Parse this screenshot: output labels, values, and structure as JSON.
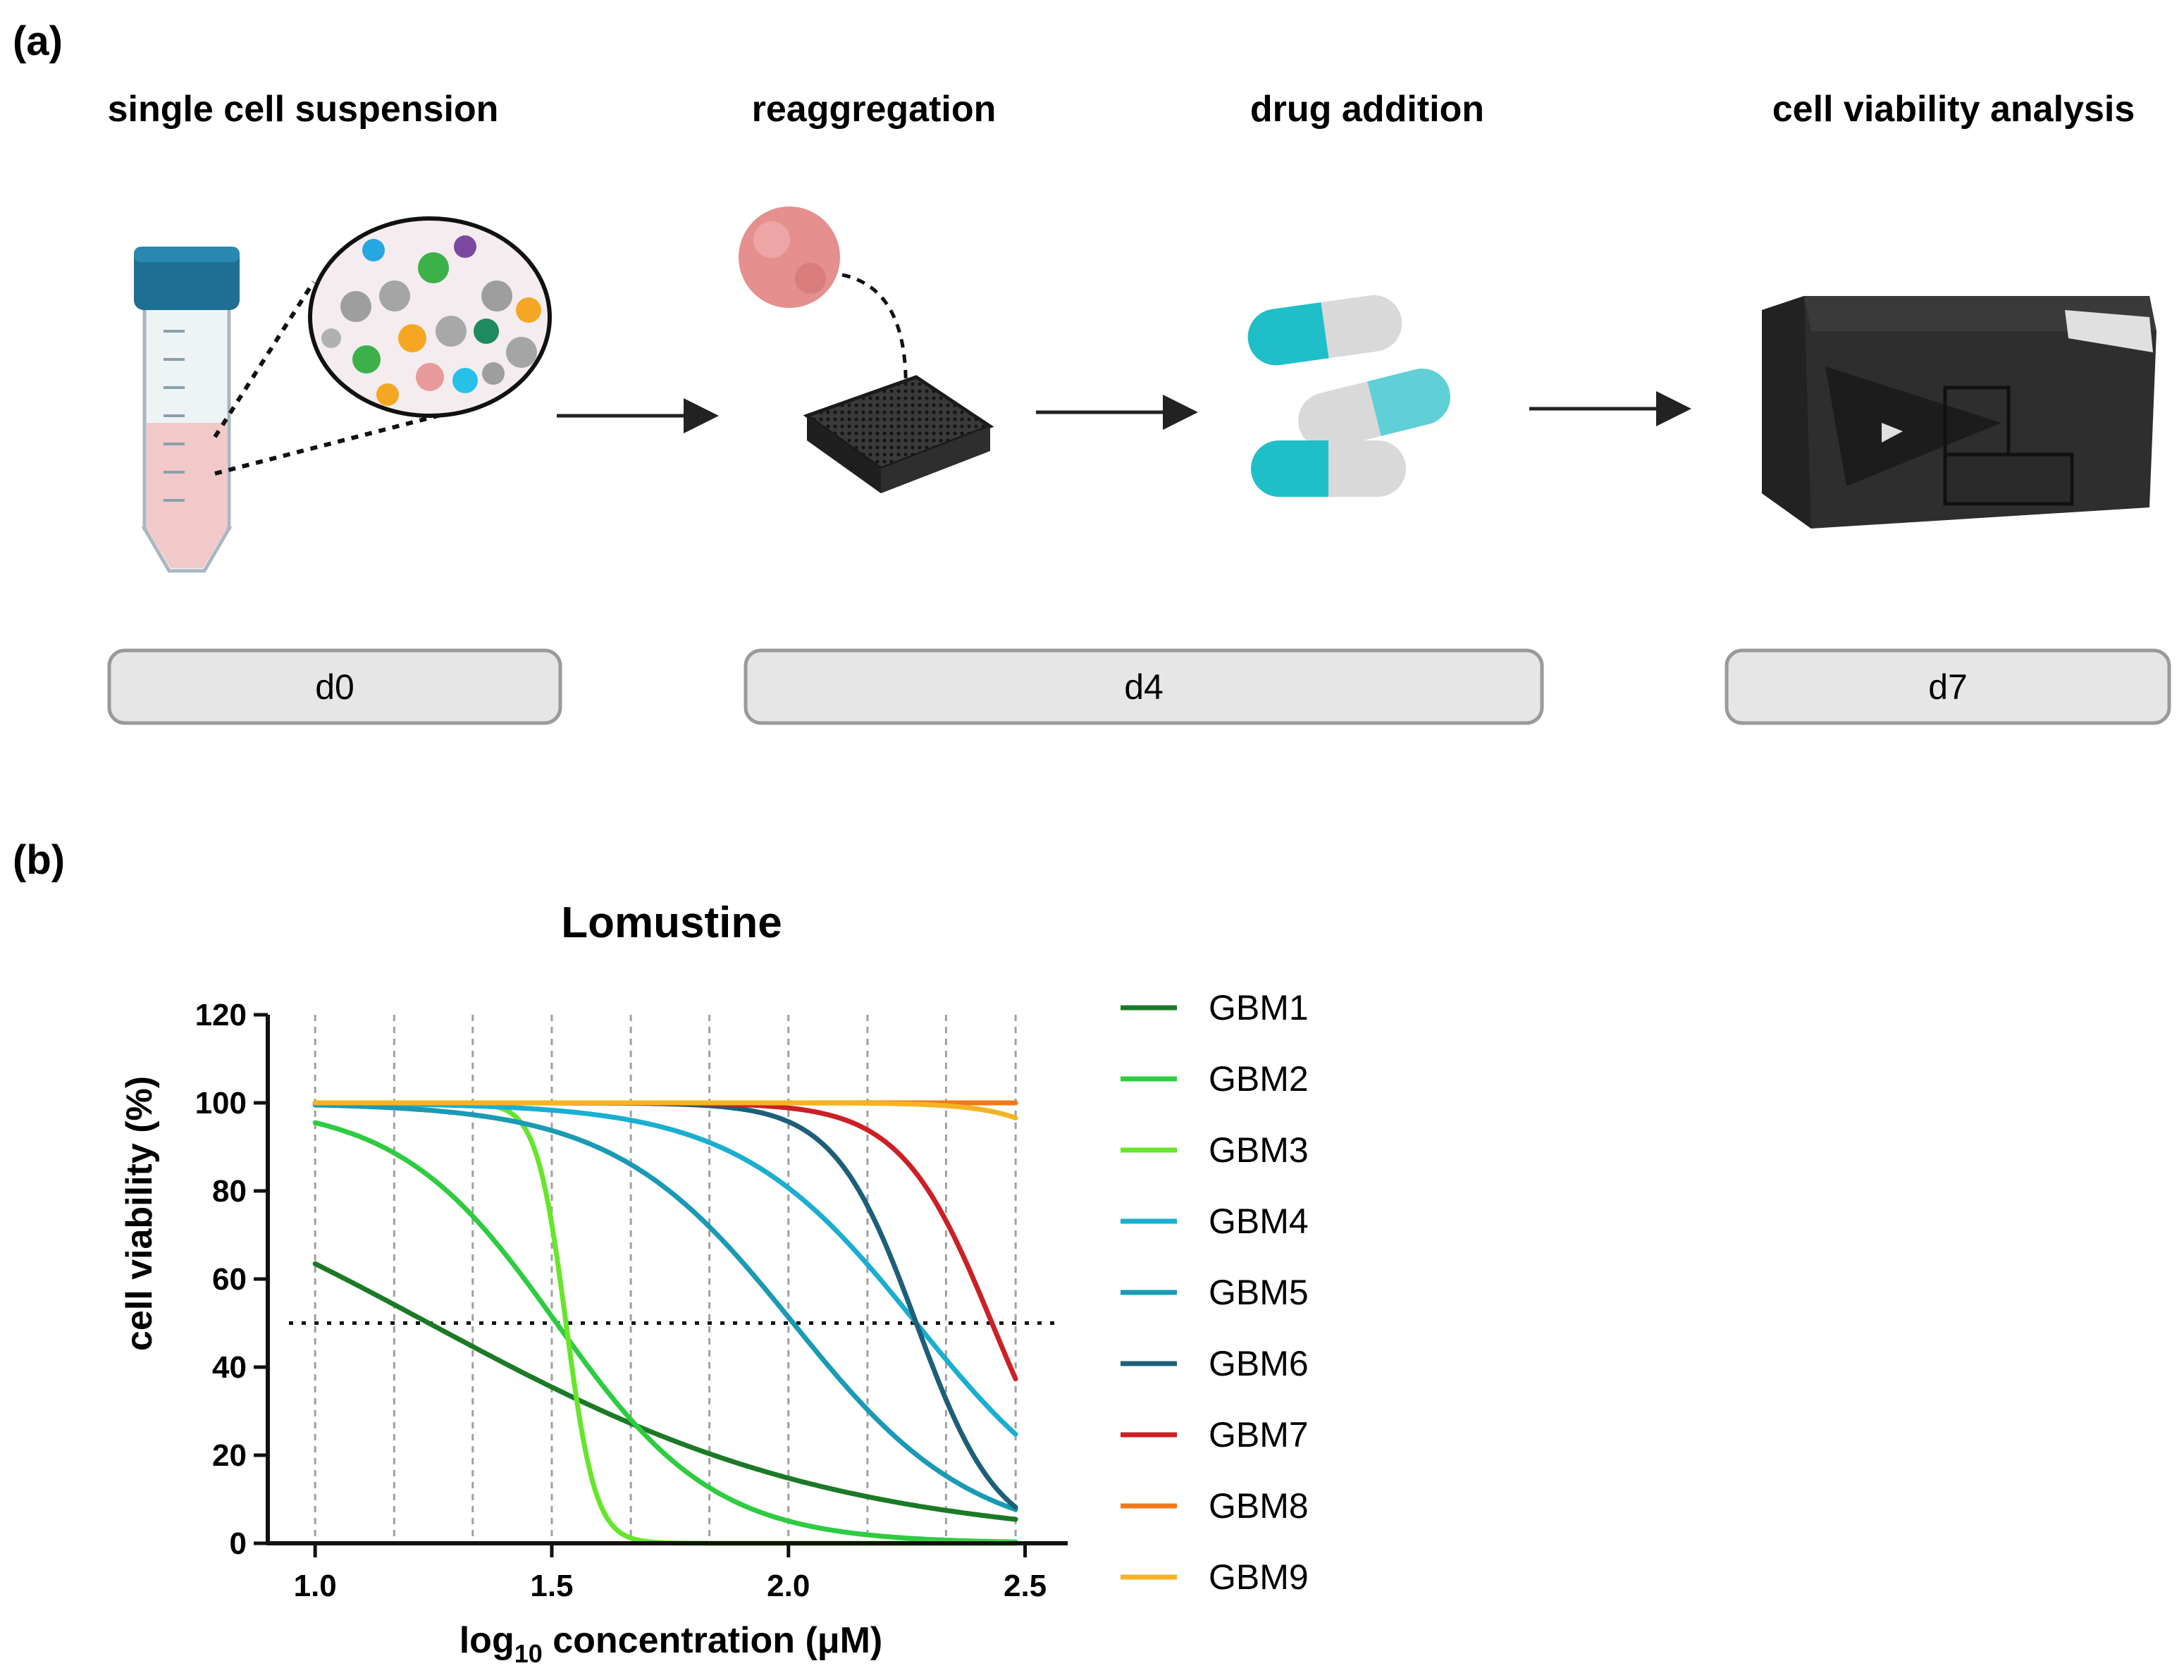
{
  "panel_a": {
    "label": "(a)",
    "steps": [
      {
        "title": "single cell suspension",
        "icon": "centrifuge-tube-icon"
      },
      {
        "title": "reaggregation",
        "icon": "well-plate-icon"
      },
      {
        "title": "drug addition",
        "icon": "capsules-icon"
      },
      {
        "title": "cell viability analysis",
        "icon": "plate-reader-icon"
      }
    ],
    "days": [
      "d0",
      "d4",
      "d7"
    ],
    "colors": {
      "tube_cap": "#1f6f94",
      "liquid": "#f2c9c9",
      "spheroid": "#e58f8f",
      "capsule_teal": "#1fbfc9",
      "capsule_grey": "#d9d9d9",
      "reader": "#2e2e2e",
      "day_box": "#e6e6e6"
    }
  },
  "panel_b": {
    "label": "(b)"
  },
  "chart_data": {
    "type": "line",
    "title": "Lomustine",
    "xlabel_main": "log",
    "xlabel_sub": "10",
    "xlabel_rest": " concentration (μM)",
    "ylabel": "cell viability (%)",
    "xlim": [
      0.9,
      2.59
    ],
    "ylim": [
      0,
      120
    ],
    "x_ticks": [
      1.0,
      1.5,
      2.0,
      2.5
    ],
    "x_tick_labels": [
      "1.0",
      "1.5",
      "2.0",
      "2.5"
    ],
    "y_ticks": [
      0,
      20,
      40,
      60,
      80,
      100,
      120
    ],
    "y_tick_labels": [
      "0",
      "20",
      "40",
      "60",
      "80",
      "100",
      "120"
    ],
    "x_range_curves": [
      1.0,
      2.48
    ],
    "vertical_gridlines_x": [
      1.0,
      1.167,
      1.333,
      1.5,
      1.667,
      1.833,
      2.0,
      2.167,
      2.333,
      2.48
    ],
    "reference_line_y": 50,
    "grid": "dashed vertical",
    "legend_position": "right",
    "series": [
      {
        "name": "GBM1",
        "color": "#1b7a25",
        "ec50": 1.24,
        "hill": 1.0
      },
      {
        "name": "GBM2",
        "color": "#2ecc40",
        "ec50": 1.51,
        "hill": 2.6
      },
      {
        "name": "GBM3",
        "color": "#66e62a",
        "ec50": 1.53,
        "hill": 14.0
      },
      {
        "name": "GBM4",
        "color": "#1aaed0",
        "ec50": 2.27,
        "hill": 2.3
      },
      {
        "name": "GBM5",
        "color": "#1a9ab3",
        "ec50": 2.01,
        "hill": 2.3
      },
      {
        "name": "GBM6",
        "color": "#1d5f78",
        "ec50": 2.27,
        "hill": 5.0
      },
      {
        "name": "GBM7",
        "color": "#cc1f26",
        "ec50": 2.43,
        "hill": 4.5
      },
      {
        "name": "GBM8",
        "color": "#f07a1a",
        "ec50": 3.6,
        "hill": 5.0
      },
      {
        "name": "GBM9",
        "color": "#f5b323",
        "ec50": 2.77,
        "hill": 5.0
      }
    ]
  }
}
